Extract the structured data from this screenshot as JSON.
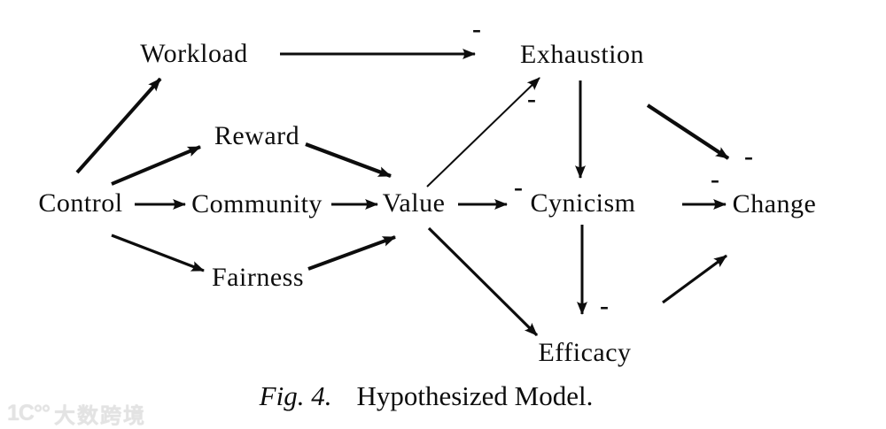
{
  "nodes": {
    "control": "Control",
    "workload": "Workload",
    "reward": "Reward",
    "community": "Community",
    "fairness": "Fairness",
    "value": "Value",
    "exhaustion": "Exhaustion",
    "cynicism": "Cynicism",
    "efficacy": "Efficacy",
    "change": "Change"
  },
  "glyphs": {
    "minus": "-"
  },
  "edges": [
    {
      "from": "Control",
      "to": "Workload",
      "sign": ""
    },
    {
      "from": "Control",
      "to": "Reward",
      "sign": ""
    },
    {
      "from": "Control",
      "to": "Community",
      "sign": ""
    },
    {
      "from": "Control",
      "to": "Fairness",
      "sign": ""
    },
    {
      "from": "Workload",
      "to": "Exhaustion",
      "sign": "-"
    },
    {
      "from": "Reward",
      "to": "Value",
      "sign": ""
    },
    {
      "from": "Community",
      "to": "Value",
      "sign": ""
    },
    {
      "from": "Fairness",
      "to": "Value",
      "sign": ""
    },
    {
      "from": "Value",
      "to": "Exhaustion",
      "sign": "-"
    },
    {
      "from": "Value",
      "to": "Cynicism",
      "sign": "-"
    },
    {
      "from": "Value",
      "to": "Efficacy",
      "sign": ""
    },
    {
      "from": "Exhaustion",
      "to": "Cynicism",
      "sign": ""
    },
    {
      "from": "Exhaustion",
      "to": "Change",
      "sign": "-"
    },
    {
      "from": "Cynicism",
      "to": "Change",
      "sign": "-"
    },
    {
      "from": "Cynicism",
      "to": "Efficacy",
      "sign": "-"
    },
    {
      "from": "Efficacy",
      "to": "Change",
      "sign": ""
    }
  ],
  "caption": {
    "label": "Fig. 4.",
    "title": "Hypothesized Model."
  },
  "watermark": {
    "logo": "1C°°",
    "text": "大数跨境"
  }
}
